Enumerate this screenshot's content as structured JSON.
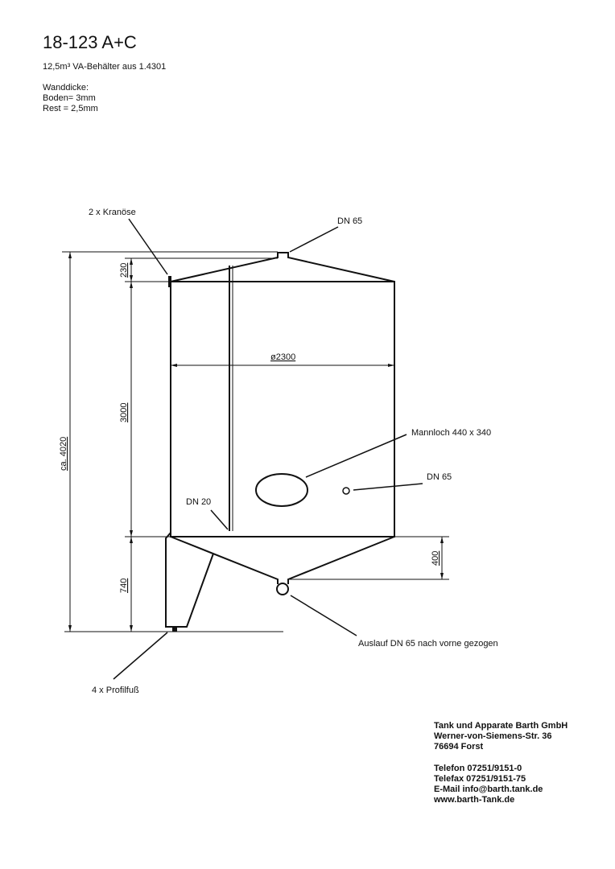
{
  "header": {
    "title": "18-123 A+C",
    "subtitle": "12,5m³ VA-Behälter aus 1.4301",
    "wall_thickness": [
      "Wanddicke:",
      "Boden= 3mm",
      "Rest = 2,5mm"
    ]
  },
  "drawing": {
    "labels": {
      "lifting_lugs": "2 x Kranöse",
      "top_nozzle": "DN 65",
      "diameter": "ø2300",
      "manhole": "Mannloch 440 x 340",
      "side_nozzle": "DN 65",
      "dip_pipe": "DN 20",
      "outlet": "Auslauf DN 65 nach vorne gezogen",
      "feet": "4 x Profilfuß"
    },
    "dimensions": {
      "total_height": "ca. 4020",
      "roof_height": "230",
      "cylinder_height": "3000",
      "leg_height": "740",
      "cone_depth": "400"
    }
  },
  "company": {
    "lines": [
      "Tank und Apparate Barth GmbH",
      "Werner-von-Siemens-Str. 36",
      "76694 Forst"
    ],
    "contact": [
      "Telefon 07251/9151-0",
      "Telefax 07251/9151-75",
      "E-Mail info@barth.tank.de",
      "www.barth-Tank.de"
    ]
  }
}
